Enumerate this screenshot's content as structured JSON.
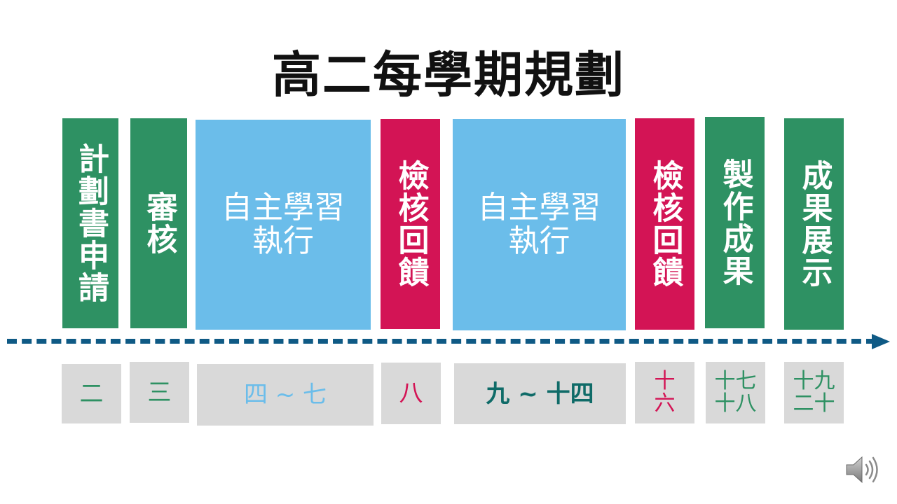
{
  "slide": {
    "title": "高二每學期規劃",
    "phases": [
      {
        "label": "計劃書申請",
        "color": "#2e9163"
      },
      {
        "label": "審核",
        "color": "#2e9163"
      },
      {
        "label": "自主學習\n執行",
        "color": "#6bbdea"
      },
      {
        "label": "檢核回饋",
        "color": "#d31455"
      },
      {
        "label": "自主學習\n執行",
        "color": "#6bbdea"
      },
      {
        "label": "檢核回饋",
        "color": "#d31455"
      },
      {
        "label": "製作成果",
        "color": "#2e9163"
      },
      {
        "label": "成果展示",
        "color": "#2e9163"
      }
    ],
    "weeks": [
      {
        "label": "二",
        "color": "#2e9163"
      },
      {
        "label": "三",
        "color": "#2e9163"
      },
      {
        "label": "四 ~ 七",
        "color": "#6bbdea"
      },
      {
        "label": "八",
        "color": "#d31455"
      },
      {
        "label": "九 ~ 十四",
        "color": "#0f6b68"
      },
      {
        "label": "十\n六",
        "color": "#d31455"
      },
      {
        "label": "十七\n十八",
        "color": "#2e9163"
      },
      {
        "label": "十九\n二十",
        "color": "#2e9163"
      }
    ],
    "speaker_icon": "speaker-icon"
  }
}
